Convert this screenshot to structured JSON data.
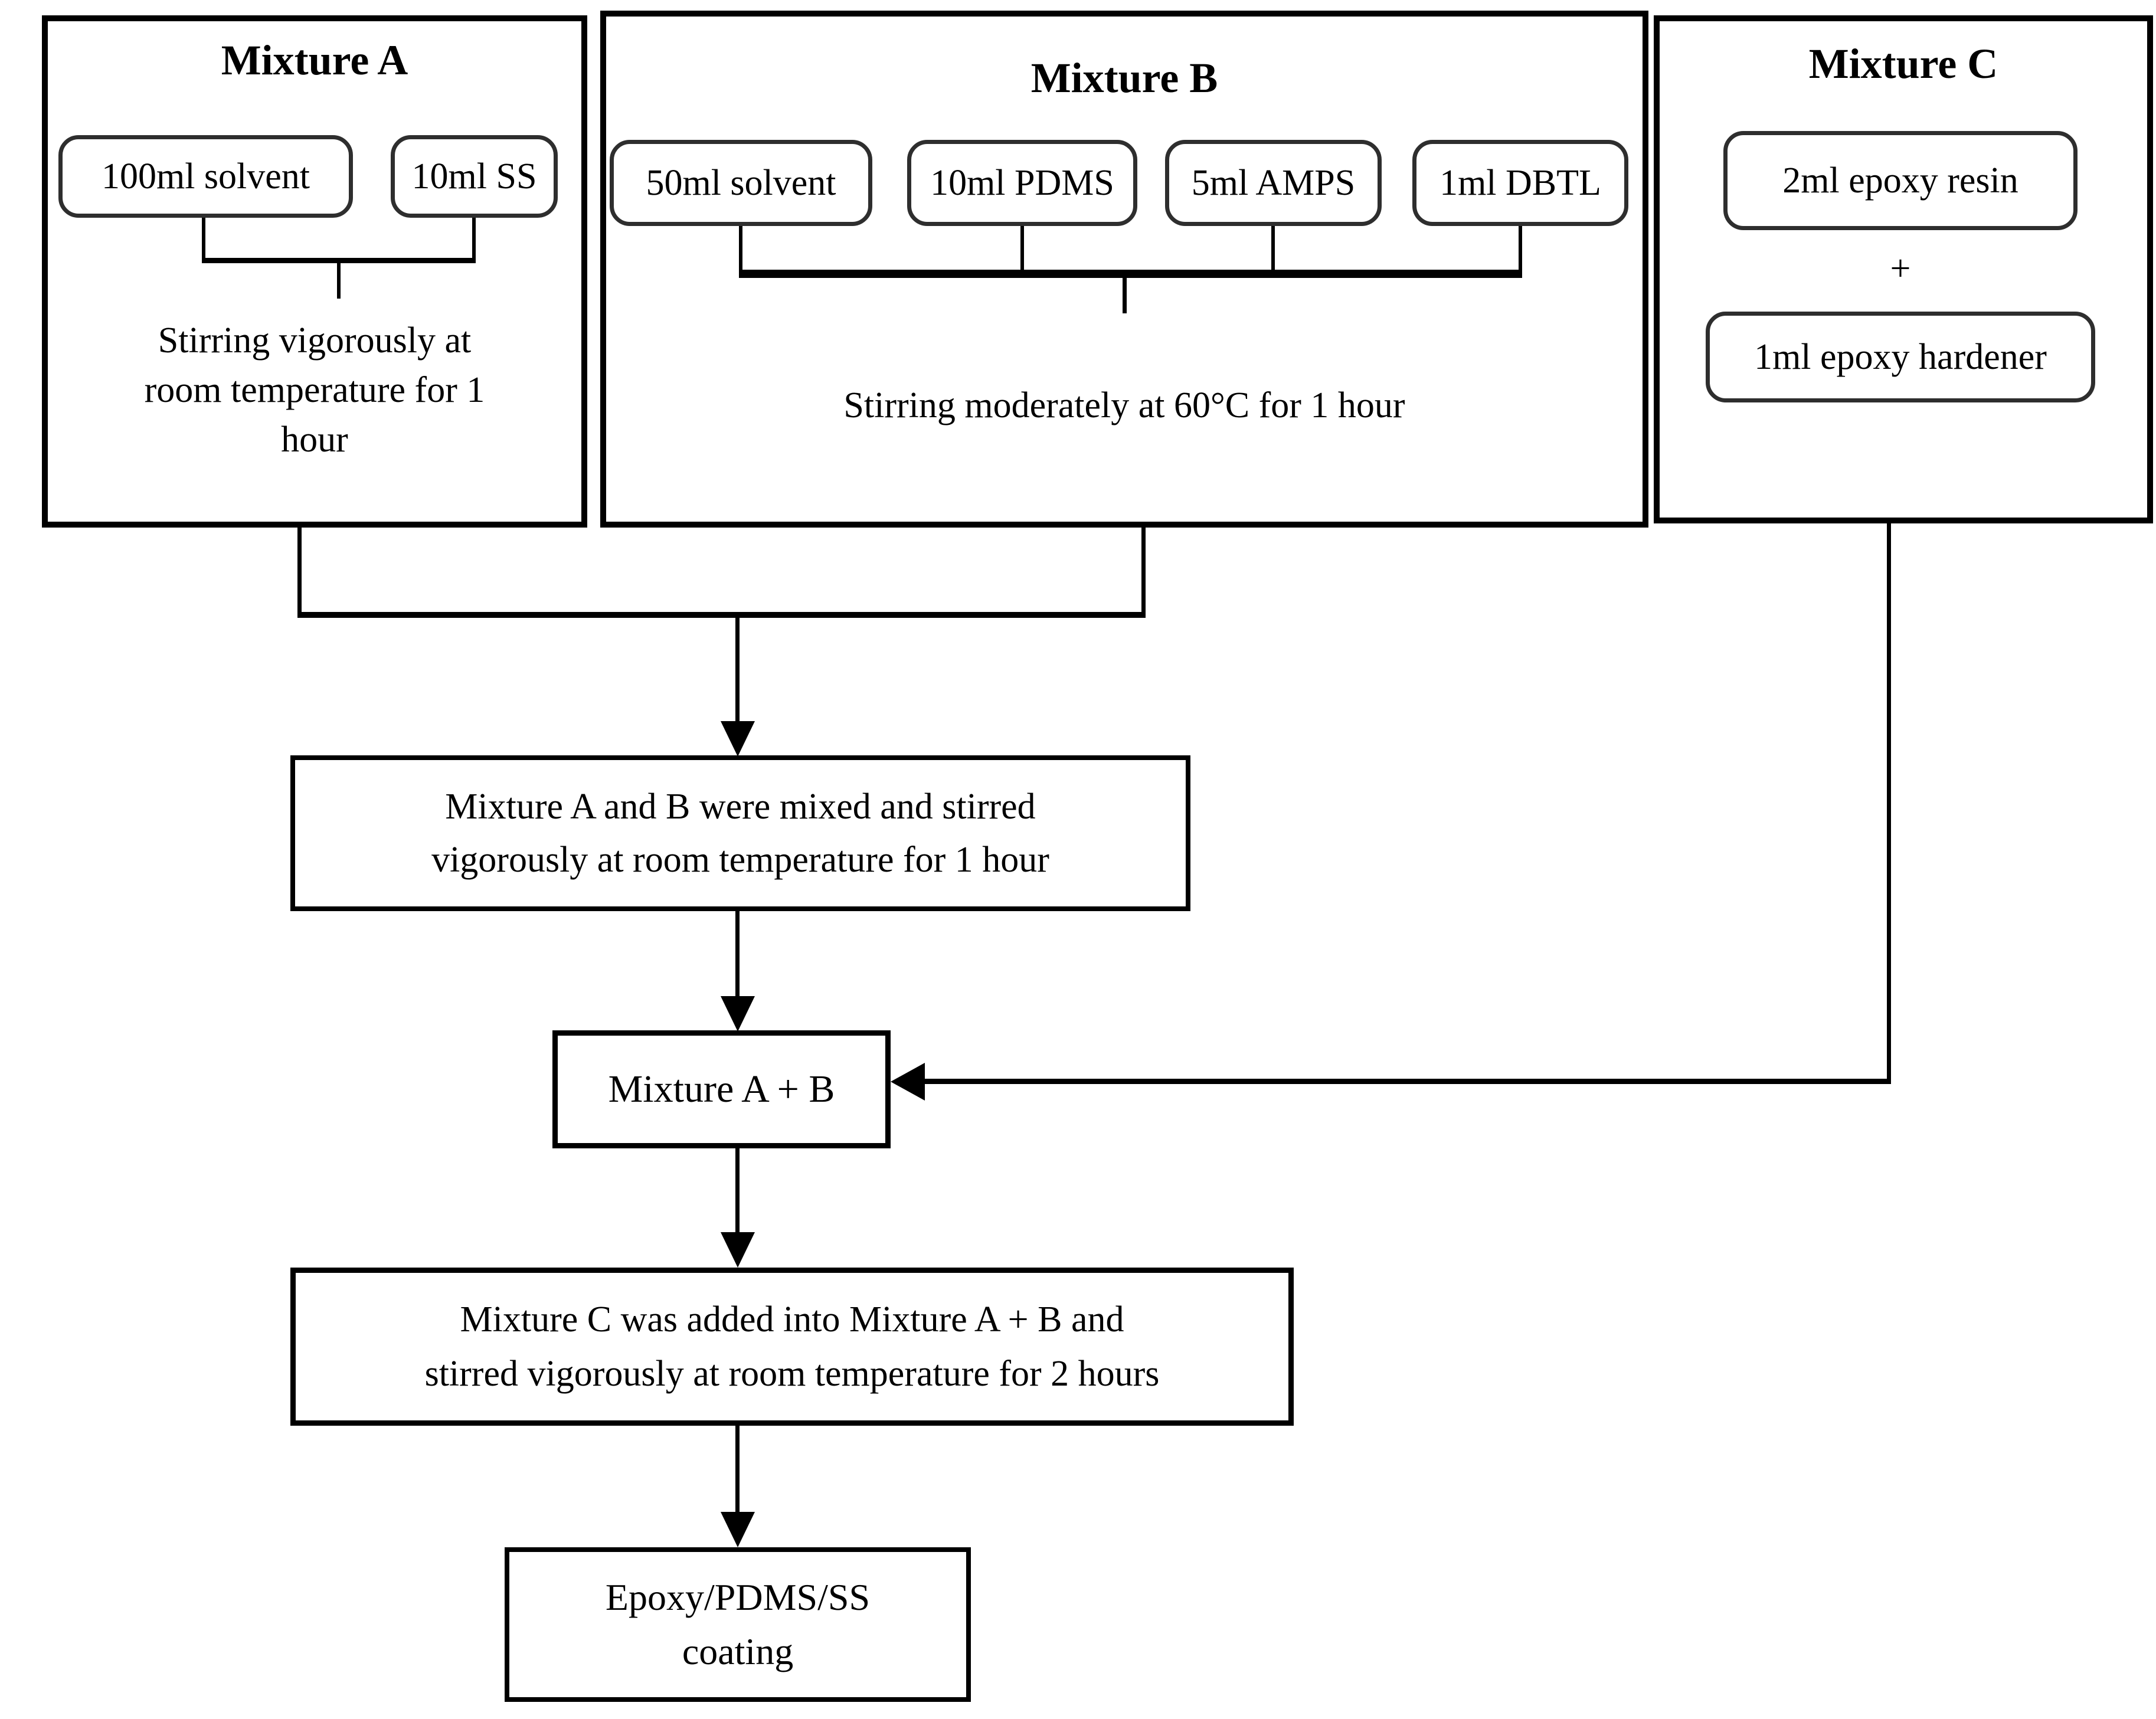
{
  "colors": {
    "ink": "#000000",
    "pill_border": "#2e2e2e",
    "background": "#ffffff"
  },
  "mixture_a": {
    "title": "Mixture A",
    "ingredients": [
      "100ml solvent",
      "10ml SS"
    ],
    "process_lines": [
      "Stirring vigorously at",
      "room temperature for 1",
      "hour"
    ]
  },
  "mixture_b": {
    "title": "Mixture B",
    "ingredients": [
      "50ml solvent",
      "10ml PDMS",
      "5ml AMPS",
      "1ml DBTL"
    ],
    "process": "Stirring moderately at 60°C for 1 hour"
  },
  "mixture_c": {
    "title": "Mixture C",
    "ingredient_resin": "2ml epoxy resin",
    "plus": "+",
    "ingredient_hardener": "1ml epoxy hardener"
  },
  "flow": {
    "mix_ab_lines": [
      "Mixture A and B were mixed and stirred",
      "vigorously at room temperature for 1 hour"
    ],
    "node_ab": "Mixture A + B",
    "add_c_lines": [
      "Mixture C was added into Mixture A + B and",
      "stirred vigorously at room temperature for 2 hours"
    ],
    "final_lines": [
      "Epoxy/PDMS/SS",
      "coating"
    ]
  }
}
